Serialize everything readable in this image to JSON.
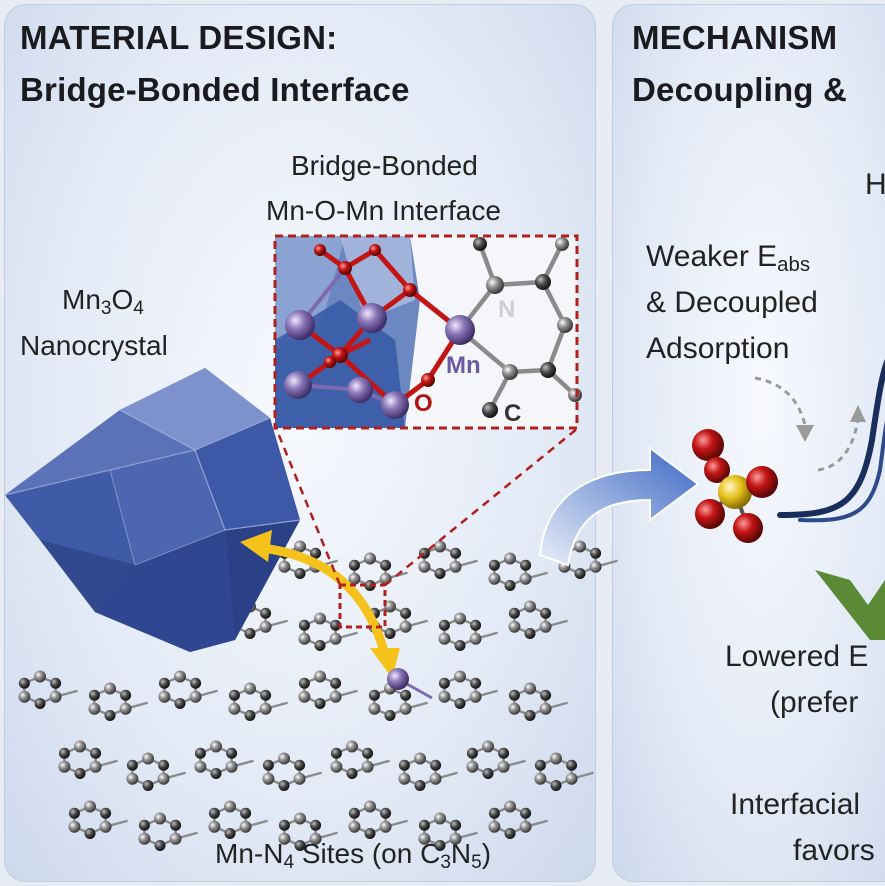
{
  "left_panel": {
    "title_line1": "MATERIAL DESIGN:",
    "title_line2": "Bridge-Bonded Interface",
    "inset_label_line1": "Bridge-Bonded",
    "inset_label_line2": "Mn-O-Mn Interface",
    "nanocrystal_label_part1": "Mn",
    "nanocrystal_label_sub1": "3",
    "nanocrystal_label_part2": "O",
    "nanocrystal_label_sub2": "4",
    "nanocrystal_label_line2": "Nanocrystal",
    "atom_labels": {
      "n": "N",
      "mn": "Mn",
      "o": "O",
      "c": "C"
    },
    "sites_label_prefix": "Mn-N",
    "sites_label_sub": "4",
    "sites_label_middle": " Sites (on C",
    "sites_label_sub2": "3",
    "sites_label_n": "N",
    "sites_label_sub3": "5",
    "sites_label_end": ")"
  },
  "right_panel": {
    "title_line1": "MECHANISM",
    "title_line2": "Decoupling &",
    "top_letter": "H",
    "weaker_prefix": "Weaker E",
    "weaker_sub": "abs",
    "decoupled_line2": "& Decoupled",
    "decoupled_line3": "Adsorption",
    "lowered_text": "Lowered E",
    "preferred_text": "(prefer",
    "interfacial_text": "Interfacial",
    "favors_text": "favors"
  },
  "colors": {
    "crystal_blue": "#3f5ea8",
    "manganese_purple": "#8b78b8",
    "oxygen_red": "#c41515",
    "sulfur_yellow": "#e5c21a",
    "arrow_yellow": "#f4c21a",
    "check_green": "#5a8a36",
    "inset_border": "#b0201e"
  }
}
